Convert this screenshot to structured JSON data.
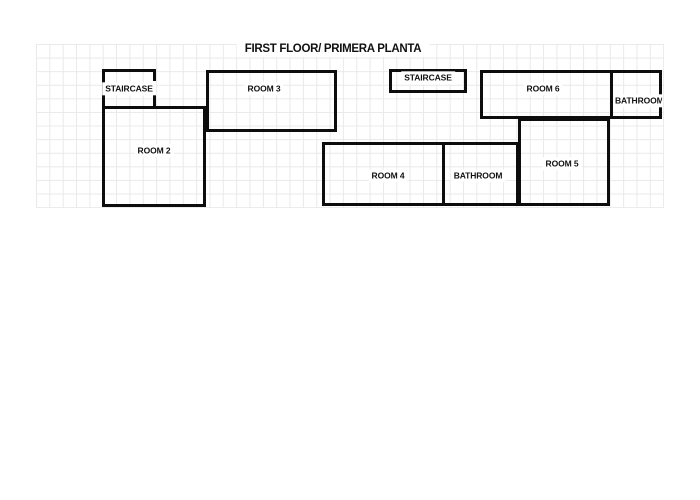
{
  "title": "FIRST FLOOR/ PRIMERA PLANTA",
  "colors": {
    "wall": "#0d0d0d",
    "grid": "#e9e9e9",
    "paper": "#ffffff",
    "ink": "#111111"
  },
  "rooms": {
    "staircase_left": {
      "label": "STAIRCASE"
    },
    "room2": {
      "label": "ROOM 2"
    },
    "room3": {
      "label": "ROOM 3"
    },
    "staircase_center": {
      "label": "STAIRCASE"
    },
    "room6": {
      "label": "ROOM 6"
    },
    "bathroom_right": {
      "label": "BATHROOM"
    },
    "room4": {
      "label": "ROOM 4"
    },
    "bathroom_center": {
      "label": "BATHROOM"
    },
    "room5": {
      "label": "ROOM 5"
    }
  }
}
